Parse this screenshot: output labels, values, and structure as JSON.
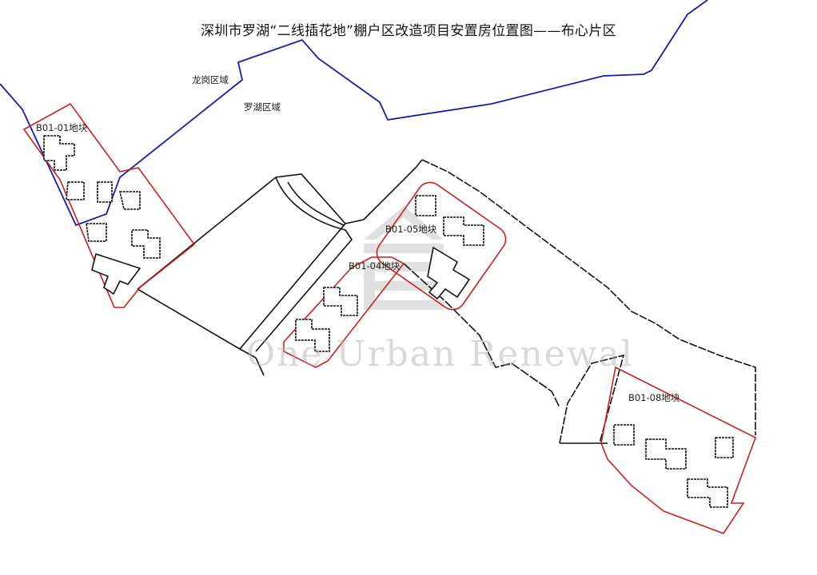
{
  "title": "深圳市罗湖“二线插花地”棚户区改造项目安置房位置图——布心片区",
  "regions": {
    "longgang": "龙岗区域",
    "luohu": "罗湖区域"
  },
  "plots": [
    {
      "id": "B01-01",
      "label": "B01-01地块"
    },
    {
      "id": "B01-04",
      "label": "B01-04地块"
    },
    {
      "id": "B01-05",
      "label": "B01-05地块"
    },
    {
      "id": "B01-08",
      "label": "B01-08地块"
    }
  ],
  "watermark": {
    "text": "One Urban Renewal",
    "icon": "house-logo-icon"
  },
  "colors": {
    "district_boundary": "#1a1aa8",
    "plot_boundary": "#cc2020",
    "site_outline": "#111111",
    "watermark": "#bbbbbb"
  }
}
